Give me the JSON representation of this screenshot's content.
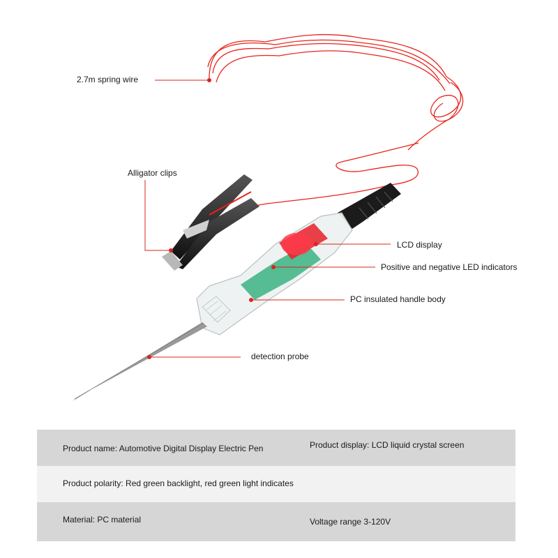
{
  "callouts": {
    "spring_wire": "2.7m spring wire",
    "alligator_clips": "Alligator clips",
    "lcd_display": "LCD display",
    "led_indicators": "Positive and negative LED indicators",
    "handle_body": "PC insulated handle body",
    "detection_probe": "detection probe"
  },
  "specs": {
    "product_name": "Product name: Automotive Digital Display Electric Pen",
    "product_display": "Product display: LCD liquid crystal screen",
    "product_polarity": "Product polarity: Red green backlight, red green light indicates",
    "material": "Material: PC material",
    "voltage_range": "Voltage range 3-120V"
  },
  "colors": {
    "wire": "#e8241c",
    "leader_line": "#d9261c",
    "table_dark": "#d6d6d6",
    "table_light": "#f2f2f2"
  }
}
